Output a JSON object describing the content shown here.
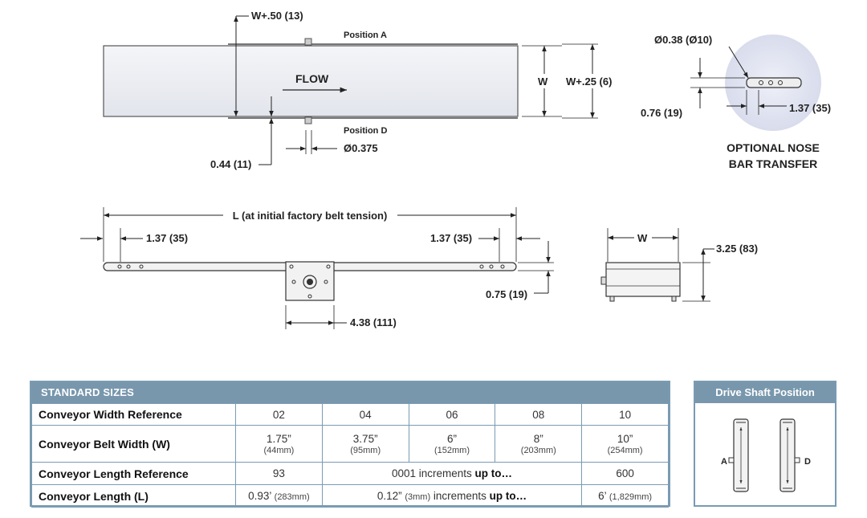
{
  "top_view": {
    "w_plus_50": "W+.50 (13)",
    "position_a": "Position A",
    "position_d": "Position D",
    "flow": "FLOW",
    "w": "W",
    "w_plus_25": "W+.25 (6)",
    "dim_044": "0.44 (11)",
    "dia_0375": "Ø0.375"
  },
  "nose_bar": {
    "dia": "Ø0.38 (Ø10)",
    "dim_076": "0.76 (19)",
    "dim_137": "1.37 (35)",
    "caption_line1": "OPTIONAL NOSE",
    "caption_line2": "BAR TRANSFER"
  },
  "side_view": {
    "length": "L (at initial factory belt tension)",
    "left_137": "1.37 (35)",
    "right_137": "1.37 (35)",
    "dim_075": "0.75 (19)",
    "dim_438": "4.38 (111)"
  },
  "end_view": {
    "w": "W",
    "height": "3.25 (83)"
  },
  "standard_sizes": {
    "header": "STANDARD SIZES",
    "rows": [
      {
        "label": "Conveyor Width Reference",
        "cells": [
          "02",
          "04",
          "06",
          "08",
          "10"
        ]
      },
      {
        "label": "Conveyor Belt Width (W)",
        "cells": [
          {
            "in": "1.75”",
            "mm": "(44mm)"
          },
          {
            "in": "3.75”",
            "mm": "(95mm)"
          },
          {
            "in": "6”",
            "mm": "(152mm)"
          },
          {
            "in": "8”",
            "mm": "(203mm)"
          },
          {
            "in": "10”",
            "mm": "(254mm)"
          }
        ]
      },
      {
        "label": "Conveyor Length Reference",
        "first": "93",
        "middle_text": "0001 increments ",
        "middle_bold": "up to…",
        "last": "600"
      },
      {
        "label": "Conveyor Length (L)",
        "first_in": "0.93’",
        "first_mm": "(283mm)",
        "middle_in": "0.12”",
        "middle_mm": "(3mm)",
        "middle_text": " increments ",
        "middle_bold": "up to…",
        "last_in": "6’",
        "last_mm": "(1,829mm)"
      }
    ]
  },
  "drive_shaft": {
    "header": "Drive Shaft Position",
    "label_a": "A",
    "label_d": "D"
  }
}
